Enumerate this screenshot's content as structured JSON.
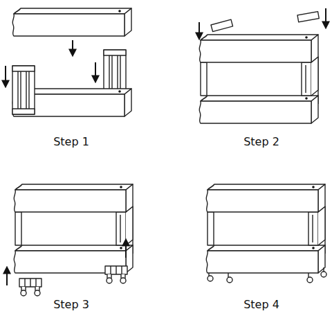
{
  "diagram": {
    "labels": [
      "Step 1",
      "Step 2",
      "Step 3",
      "Step 4"
    ]
  }
}
